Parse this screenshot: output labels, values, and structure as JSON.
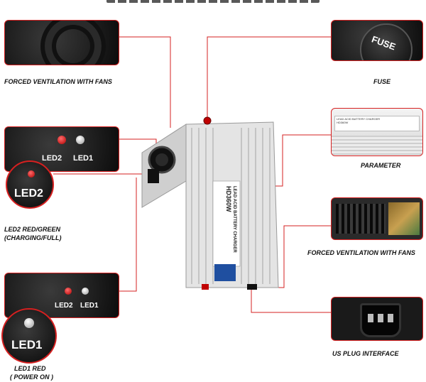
{
  "callouts": {
    "fans_top": "FORCED VENTILATION WITH FANS",
    "fuse": "FUSE",
    "parameter": "PARAMETER",
    "fans_right": "FORCED VENTILATION WITH FANS",
    "plug": "US PLUG INTERFACE",
    "led2_line1": "LED2 RED/GREEN",
    "led2_line2": "(CHARGING/FULL)",
    "led1_line1": "LED1 RED",
    "led1_line2": "( POWER ON )"
  },
  "labels": {
    "led2": "LED2",
    "led1": "LED1",
    "fuse_cap": "FUSE",
    "charger_l1": "LEAD ACID BATTERY CHARGER",
    "charger_l2": "HD360W"
  },
  "colors": {
    "accent": "#d62020",
    "case": "#dcdcdc"
  }
}
